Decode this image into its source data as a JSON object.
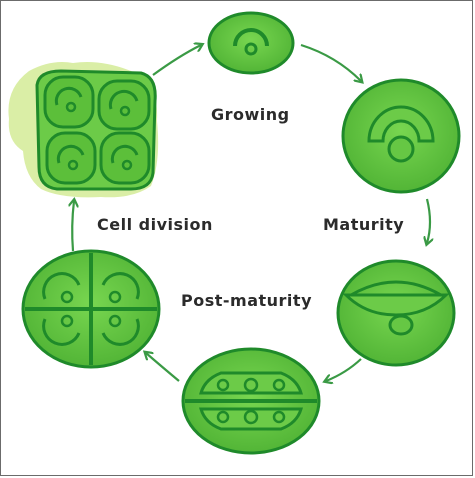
{
  "labels": {
    "growing": "Growing",
    "maturity": "Maturity",
    "post_maturity": "Post-maturity",
    "cell_division": "Cell division"
  },
  "colors": {
    "cell_fill": "#5cbf3a",
    "cell_fill_light": "#74d24e",
    "cell_outline": "#1f8a2a",
    "arrow": "#3a9a45",
    "text": "#2b2b2b",
    "border": "#6b6b6b",
    "halo": "#d6ec9c"
  }
}
